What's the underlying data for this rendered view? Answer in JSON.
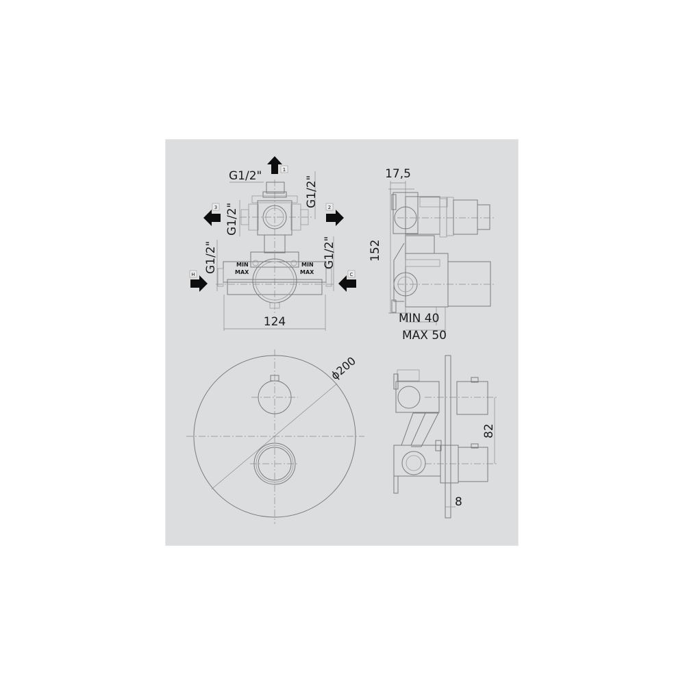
{
  "drawing": {
    "background_color": "#dcdddf",
    "line_color": "#7a7a7a",
    "arrow_color": "#0d0d0d",
    "top_left_view": {
      "thread_labels": [
        "G1/2\"",
        "G1/2\"",
        "G1/2\"",
        "G1/2\"",
        "G1/2\""
      ],
      "port_tags": [
        "1",
        "2",
        "3",
        "H",
        "C"
      ],
      "min_label": "MIN",
      "max_label": "MAX",
      "width_dimension": "124"
    },
    "top_right_view": {
      "offset_dimension": "17,5",
      "height_dimension": "152",
      "depth_min": "MIN 40",
      "depth_max": "MAX 50"
    },
    "bottom_left_view": {
      "diameter_dimension": "ϕ200"
    },
    "bottom_right_view": {
      "spacing_dimension": "82",
      "plate_thickness": "8"
    }
  }
}
